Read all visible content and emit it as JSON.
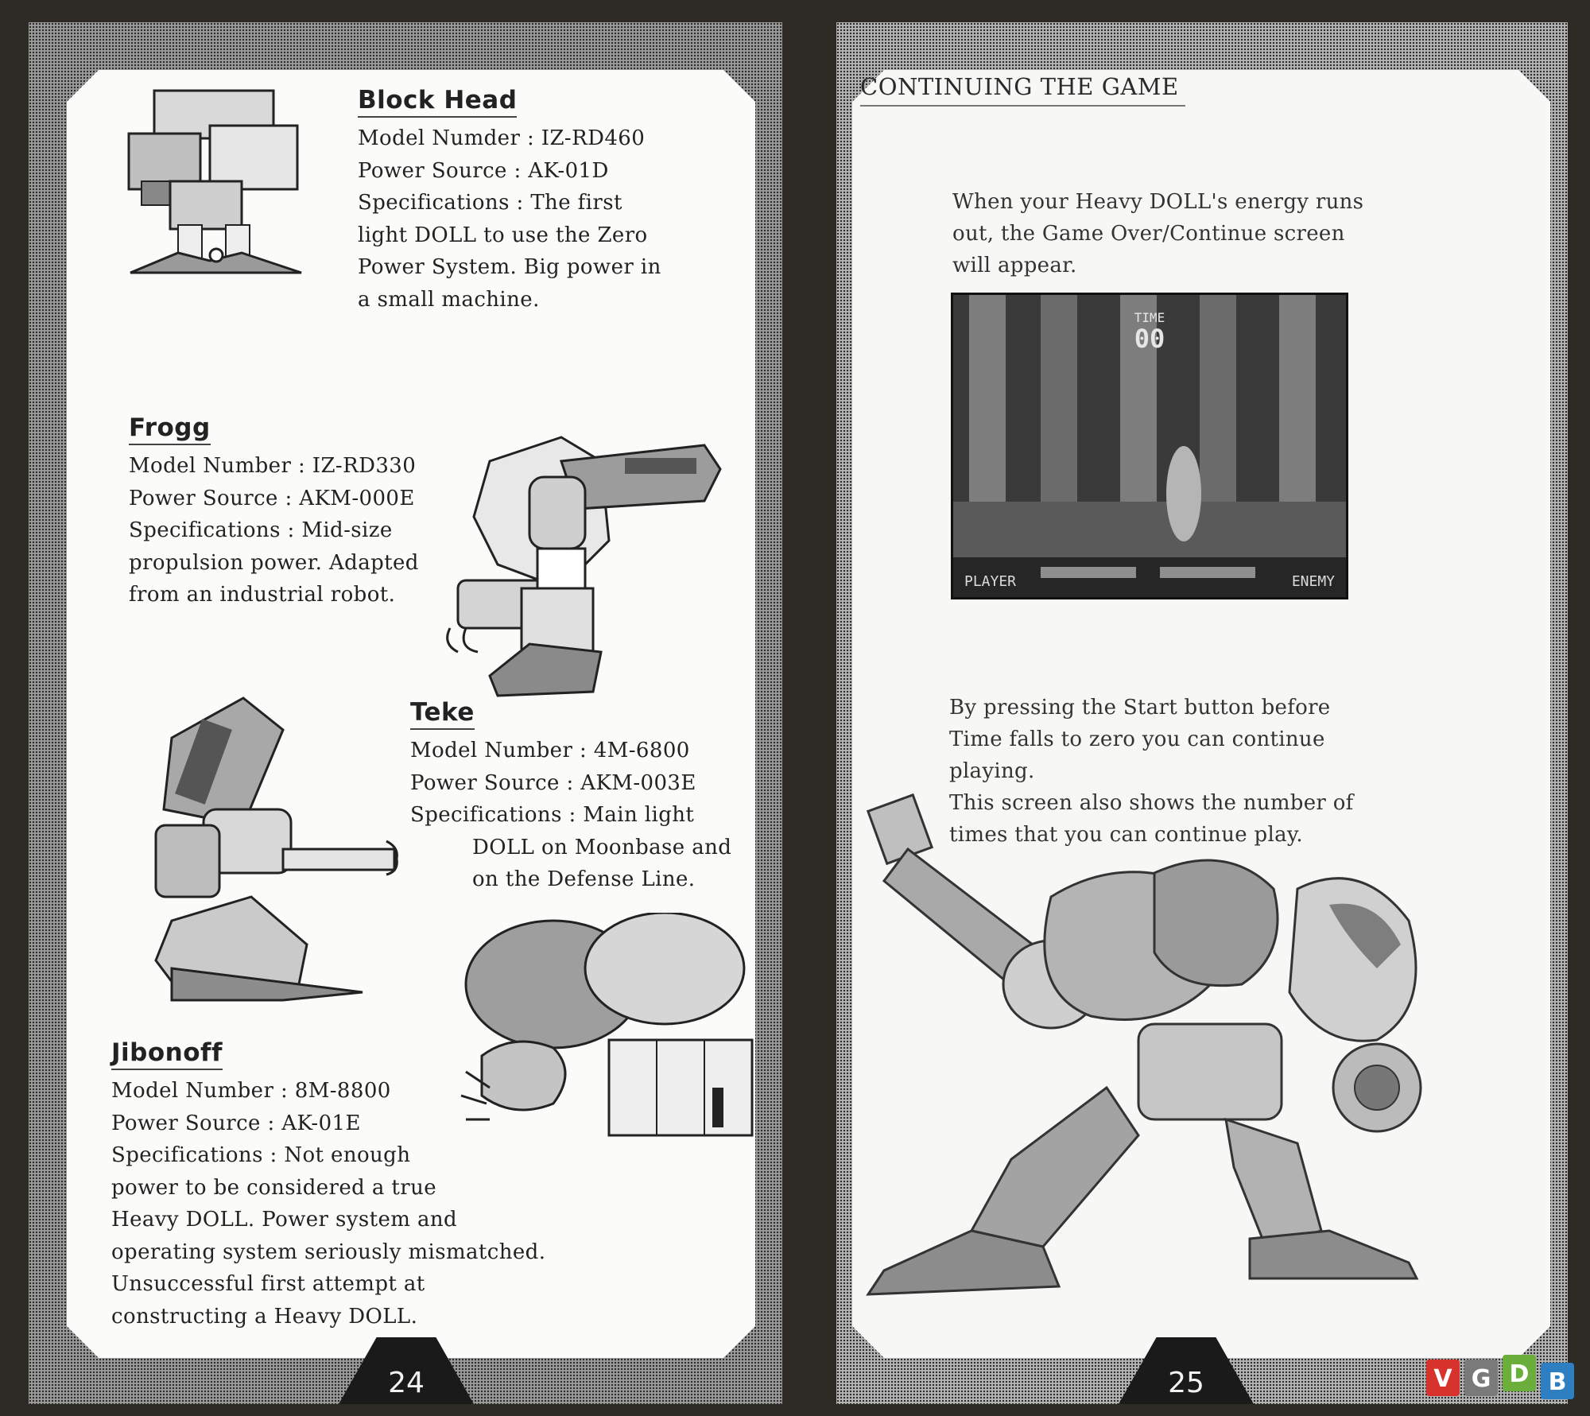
{
  "left_page": {
    "page_number": "24",
    "entries": [
      {
        "name": "Block Head",
        "lines": [
          "Model Numder : IZ-RD460",
          "Power Source :  AK-01D",
          "Specifications : The first",
          "light DOLL to use the Zero",
          "Power System.   Big power in",
          "a small machine."
        ]
      },
      {
        "name": "Frogg",
        "lines": [
          "Model Number : IZ-RD330",
          "Power Source :  AKM-000E",
          "Specifications : Mid-size",
          "propulsion power.   Adapted",
          "from an industrial robot."
        ]
      },
      {
        "name": "Teke",
        "lines": [
          "Model Number : 4M-6800",
          "Power Source :  AKM-003E",
          "Specifications : Main light",
          "DOLL on Moonbase and",
          "on the Defense Line."
        ]
      },
      {
        "name": "Jibonoff",
        "lines": [
          "Model Number : 8M-8800",
          "Power Source :  AK-01E",
          "Specifications : Not enough",
          "power to be considered a true",
          "Heavy DOLL.   Power system and",
          "operating system seriously mismatched.",
          "Unsuccessful first attempt at",
          "constructing a Heavy DOLL."
        ]
      }
    ]
  },
  "right_page": {
    "page_number": "25",
    "section_title": "CONTINUING THE GAME",
    "paragraph1": [
      "When your Heavy DOLL's energy runs",
      "out, the Game Over/Continue screen",
      "will appear."
    ],
    "paragraph2": [
      "By pressing the Start button before",
      "Time falls to zero you can continue",
      "playing.",
      "This screen also shows the number of",
      "times that you can continue play."
    ],
    "screenshot": {
      "time_label": "TIME",
      "time_value": "00",
      "player_label": "PLAYER",
      "enemy_label": "ENEMY"
    }
  },
  "watermark": {
    "letters": [
      "V",
      "G",
      "D",
      "B"
    ],
    "colors": [
      "#d8322c",
      "#7a7a7a",
      "#6cae3c",
      "#2d7fc2"
    ]
  }
}
